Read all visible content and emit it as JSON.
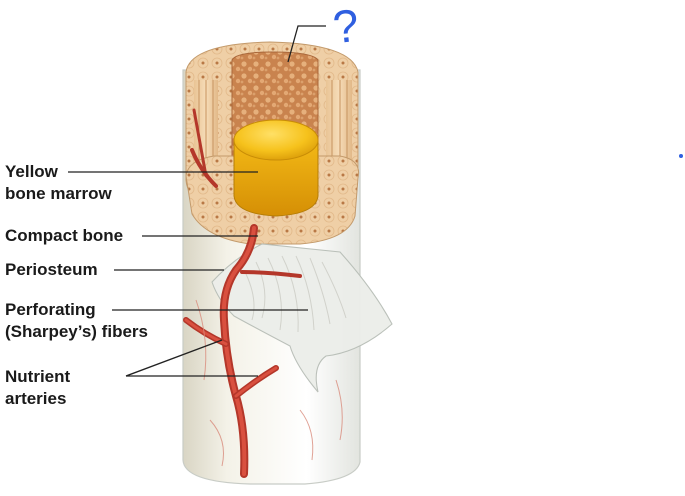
{
  "labels": {
    "yellow_marrow": [
      "Yellow",
      "bone marrow"
    ],
    "compact_bone": "Compact bone",
    "periosteum": "Periosteum",
    "perforating_fibers": [
      "Perforating",
      "(Sharpey’s) fibers"
    ],
    "nutrient_arteries": [
      "Nutrient",
      "arteries"
    ]
  },
  "unknown_label": "?",
  "colors": {
    "text": "#1a1a1a",
    "leader": "#222222",
    "question_mark": "#2f5fe0",
    "artery": "#c23a2c",
    "marrow": "#f6c21c",
    "compact_bone": "#efcfa6",
    "spongy_bone": "#c9834e",
    "periosteum": "#eef0ec"
  }
}
